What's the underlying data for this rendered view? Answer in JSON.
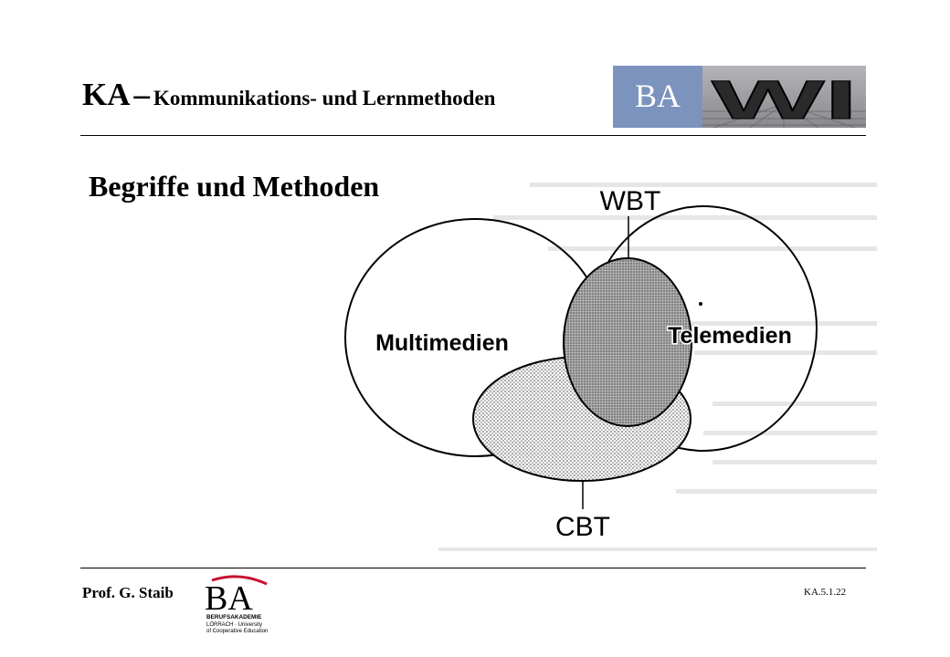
{
  "header": {
    "title_main": "KA",
    "title_sep": "–",
    "title_sub": "Kommunikations- und Lernmethoden",
    "logo_ba_text": "BA",
    "logo_wi_text": "WI"
  },
  "section": {
    "title": "Begriffe und Methoden"
  },
  "diagram": {
    "labels": {
      "wbt": "WBT",
      "multimedien": "Multimedien",
      "telemedien": "Telemedien",
      "cbt": "CBT"
    }
  },
  "footer": {
    "author": "Prof. G. Staib",
    "logo_ba": "BA",
    "logo_line1": "BERUFSAKADEMIE",
    "logo_line2": "LÖRRACH · University",
    "logo_line3": "of Cooperative Education",
    "slide_number": "KA.5.1.22"
  },
  "colors": {
    "logo_blue": "#7b93bd",
    "logo_red": "#c8102e",
    "hatch": "#9a9a9a"
  }
}
